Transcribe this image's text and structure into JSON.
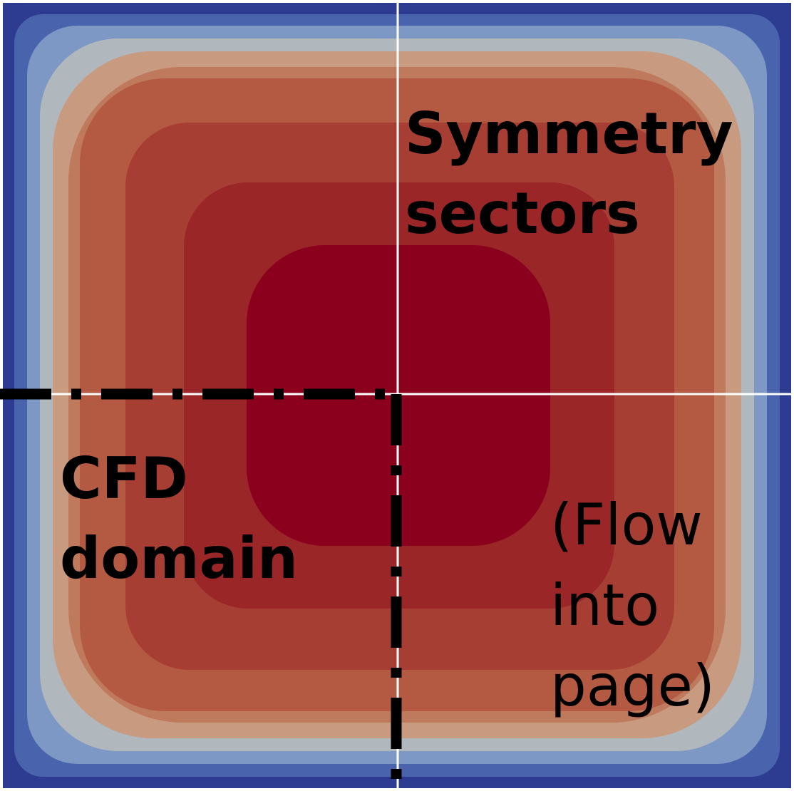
{
  "labels": {
    "symmetry": [
      "Symmetry",
      "sectors"
    ],
    "cfd": [
      "CFD",
      "domain"
    ],
    "flow": [
      "(Flow",
      "into",
      "page)"
    ]
  },
  "colors": {
    "frame": "#2a3a8c",
    "contour_levels": [
      "#2d3c90",
      "#4a63ad",
      "#7d98c4",
      "#b0b8bd",
      "#c89a80",
      "#bf7a5e",
      "#b55a42",
      "#a63e34",
      "#9a2628",
      "#8b001c"
    ],
    "symmetry_lines": "#ffffff",
    "domain_boundary": "#000000"
  }
}
